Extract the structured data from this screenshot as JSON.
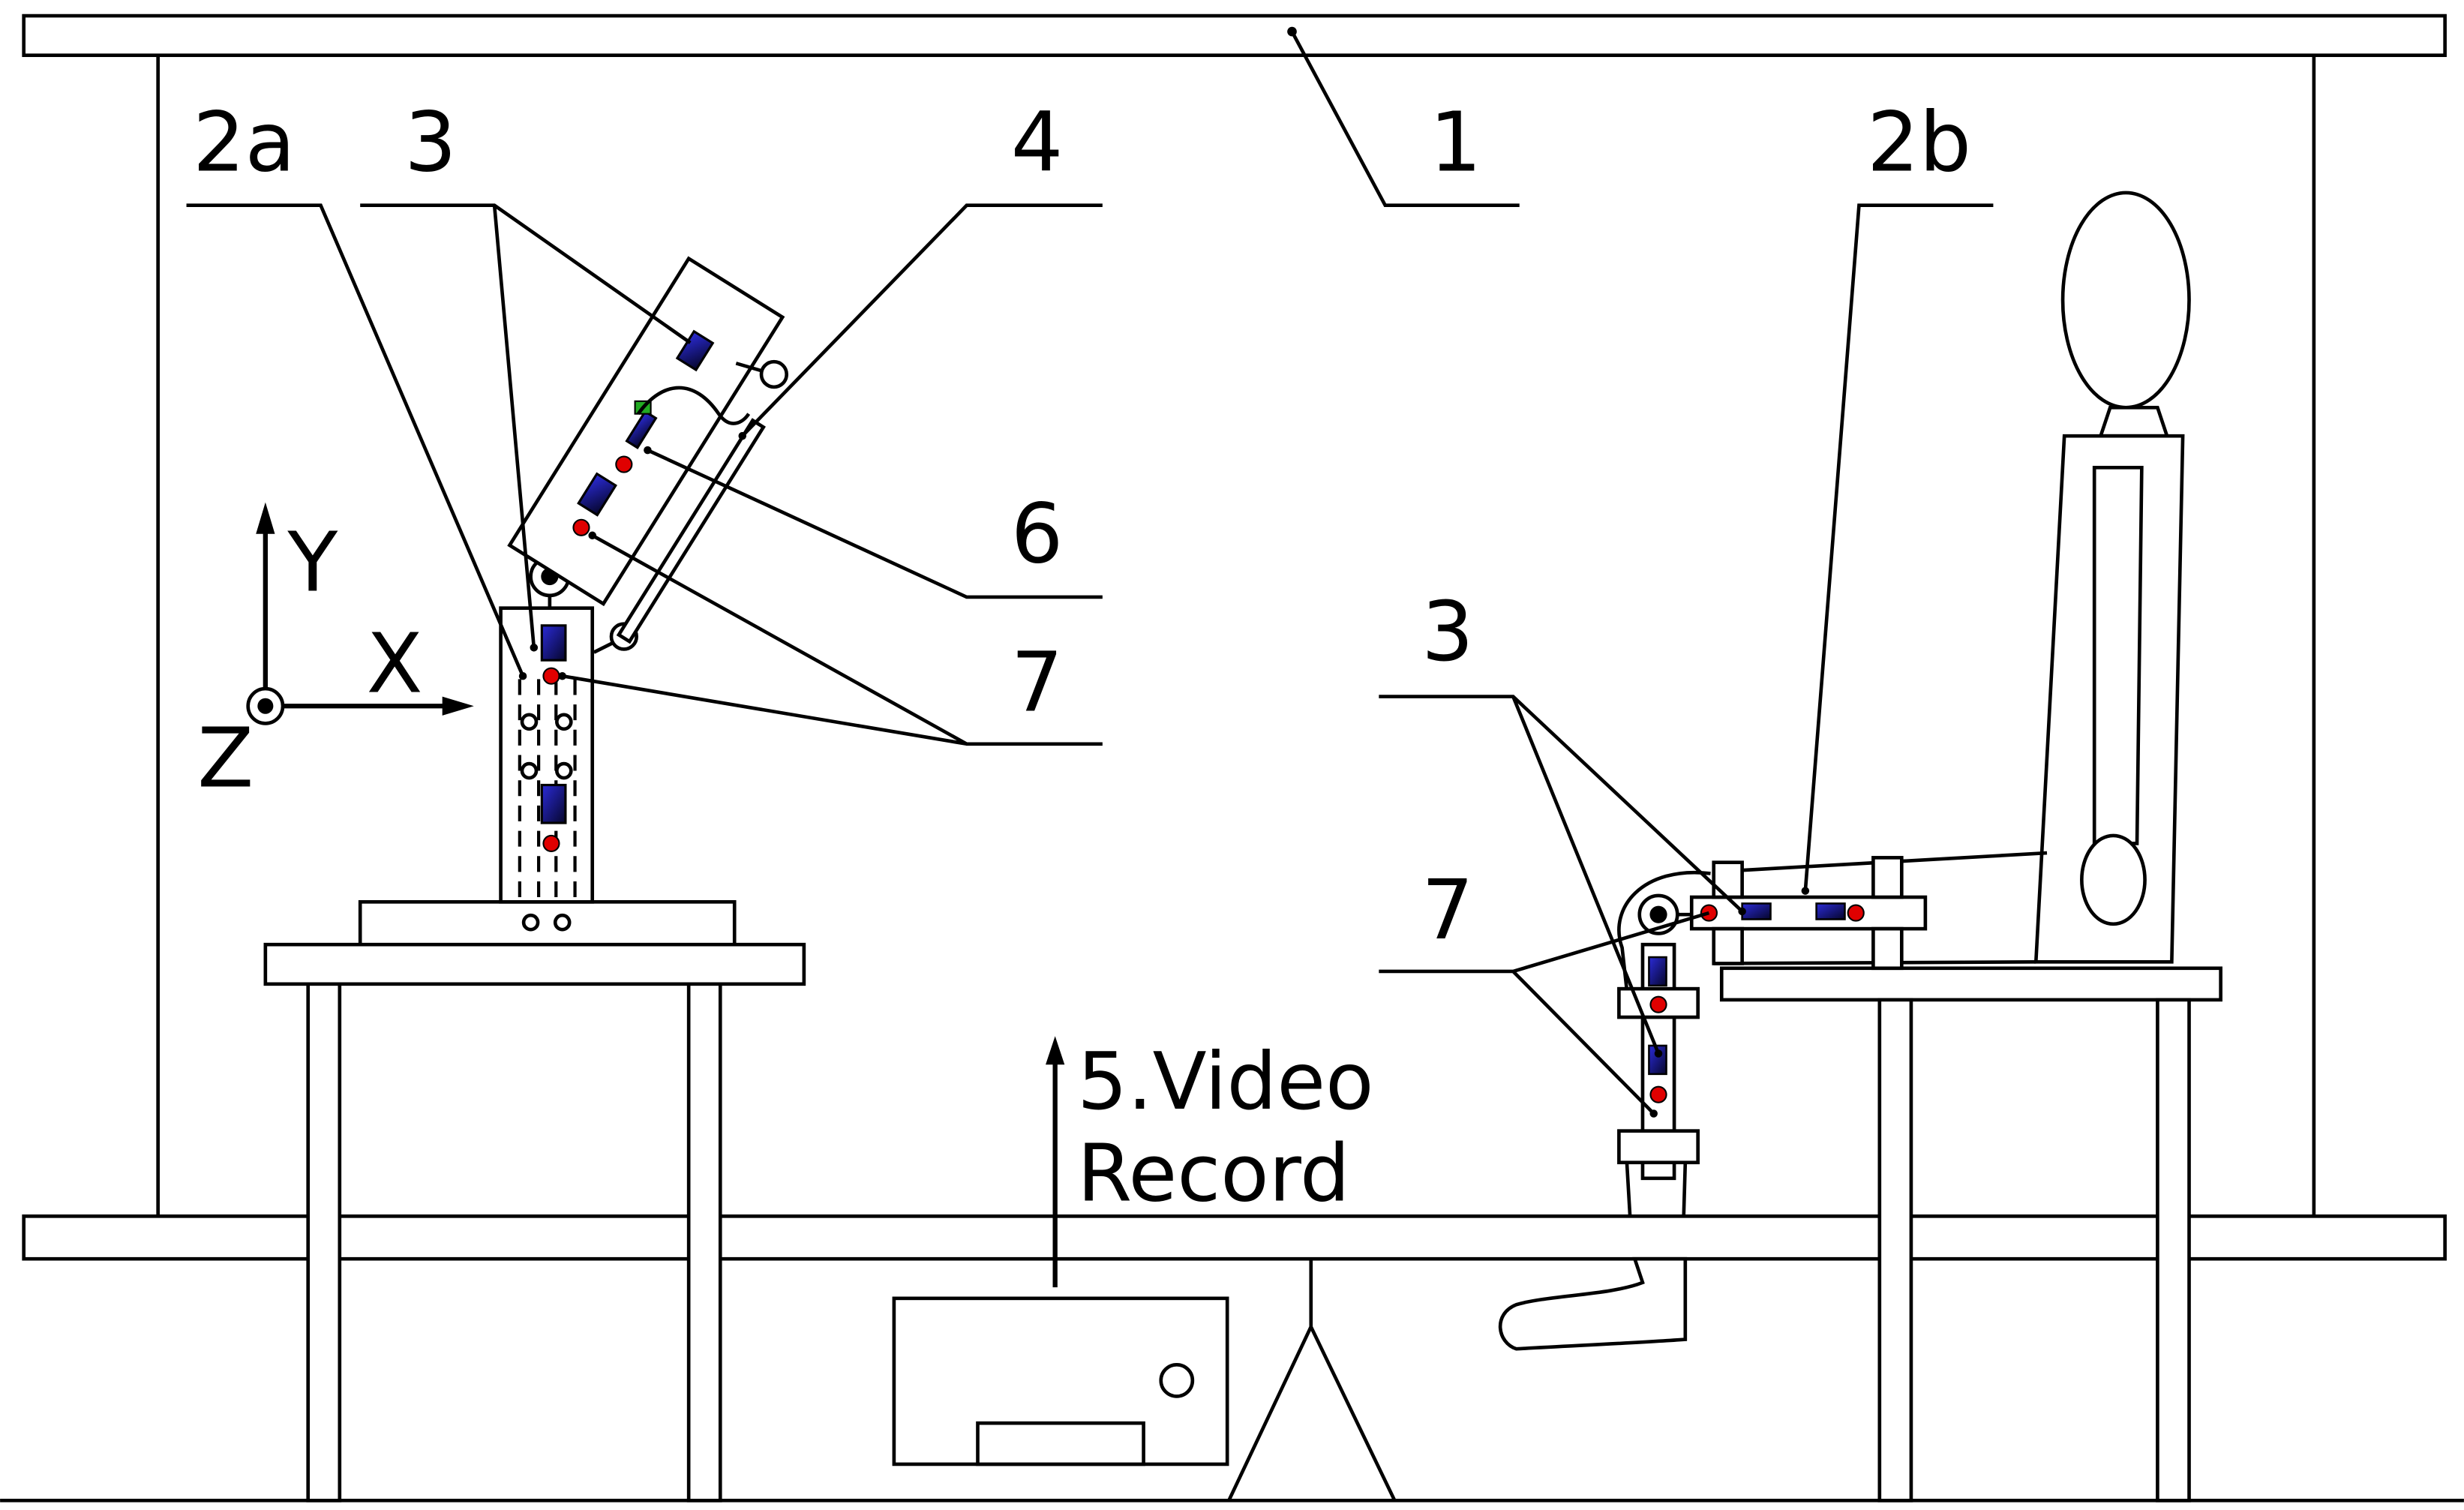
{
  "labels": {
    "frame": "1",
    "robot_leg": "2a",
    "human_leg": "2b",
    "imu_robot": "3",
    "imu_human": "3",
    "linkage": "4",
    "marker_6": "6",
    "markers_robot": "7",
    "markers_human": "7"
  },
  "caption": {
    "line1": "5.Video",
    "line2": "Record"
  },
  "axes": {
    "x": "X",
    "y": "Y",
    "z": "Z"
  },
  "colors": {
    "imu_sensor": "#1a1acc",
    "marker": "#e00000",
    "green_tag": "#22aa22",
    "line": "#000000"
  }
}
